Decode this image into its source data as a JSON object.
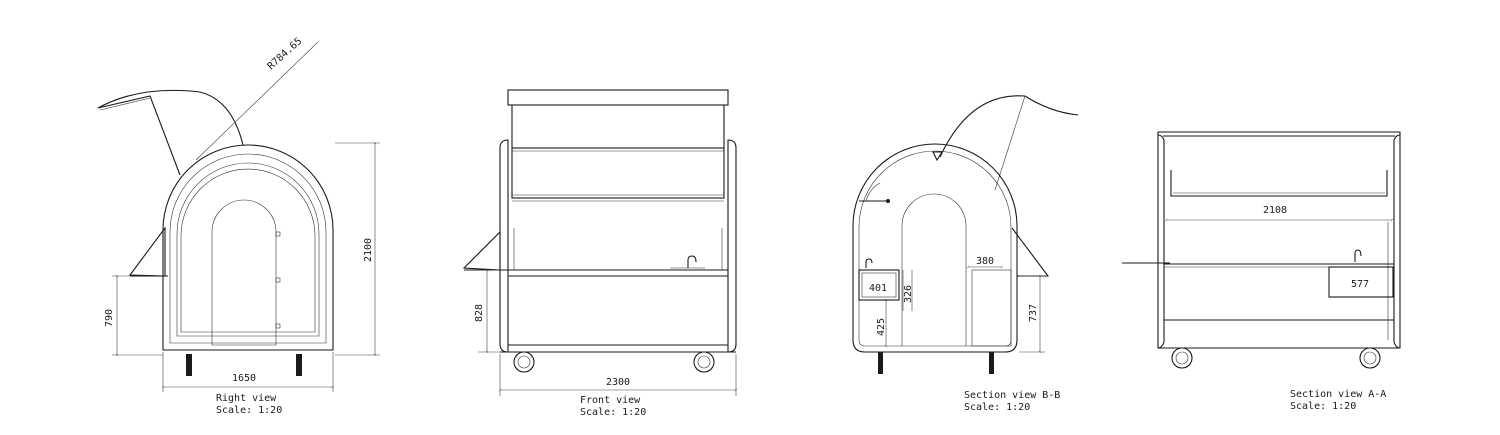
{
  "colors": {
    "line": "#1a1a1a",
    "background": "#ffffff"
  },
  "views": {
    "right": {
      "title": "Right view",
      "scale": "Scale:  1:20",
      "radius": "R784.65",
      "width": "1650",
      "height": "2100",
      "counter_height": "790"
    },
    "front": {
      "title": "Front view",
      "scale": "Scale:  1:20",
      "width": "2300",
      "counter_height": "828"
    },
    "section_bb": {
      "title": "Section view B-B",
      "scale": "Scale:  1:20",
      "dim_401": "401",
      "dim_326": "326",
      "dim_425": "425",
      "dim_380": "380",
      "dim_737": "737"
    },
    "section_aa": {
      "title": "Section view A-A",
      "scale": "Scale:  1:20",
      "dim_2108": "2108",
      "dim_577": "577"
    }
  }
}
